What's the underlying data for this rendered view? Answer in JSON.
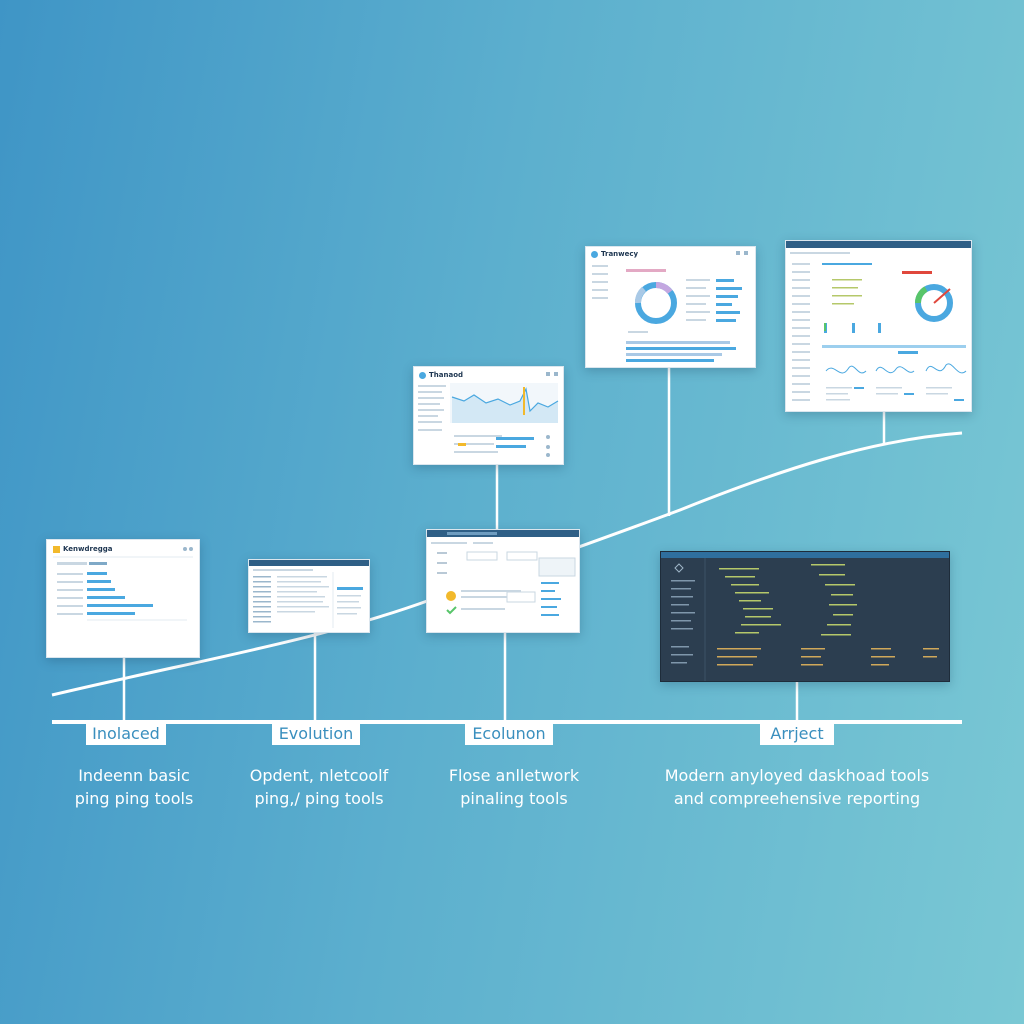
{
  "stages": [
    {
      "label": "Inolaced",
      "description_line1": "Indeenn basic",
      "description_line2": "ping ping tools",
      "window_title": "Kenwdregga"
    },
    {
      "label": "Evolution",
      "description_line1": "Opdent, nletcoolf",
      "description_line2": "ping,/ ping tools",
      "window_title": ""
    },
    {
      "label": "Ecolunon",
      "description_line1": "Flose anlletwork",
      "description_line2": "pinaling tools",
      "window_title": ""
    },
    {
      "label": "Arrject",
      "description_line1": "Modern anyloyed daskhoad tools",
      "description_line2": "and compreehensive reporting",
      "window_title": ""
    }
  ],
  "upper_windows": [
    {
      "window_title": "Thanaod"
    },
    {
      "window_title": "Tranwecy"
    },
    {
      "window_title": ""
    }
  ],
  "colors": {
    "background_start": "#3f95c6",
    "background_end": "#7ac8d4",
    "timeline_line": "#ffffff",
    "label_text": "#3a8fbe",
    "chart_accent": "#4aa8e0",
    "dark_window": "#2c3e50",
    "gauge_green": "#58c56a",
    "gauge_red": "#e0473c",
    "status_yellow": "#f2b92b"
  }
}
